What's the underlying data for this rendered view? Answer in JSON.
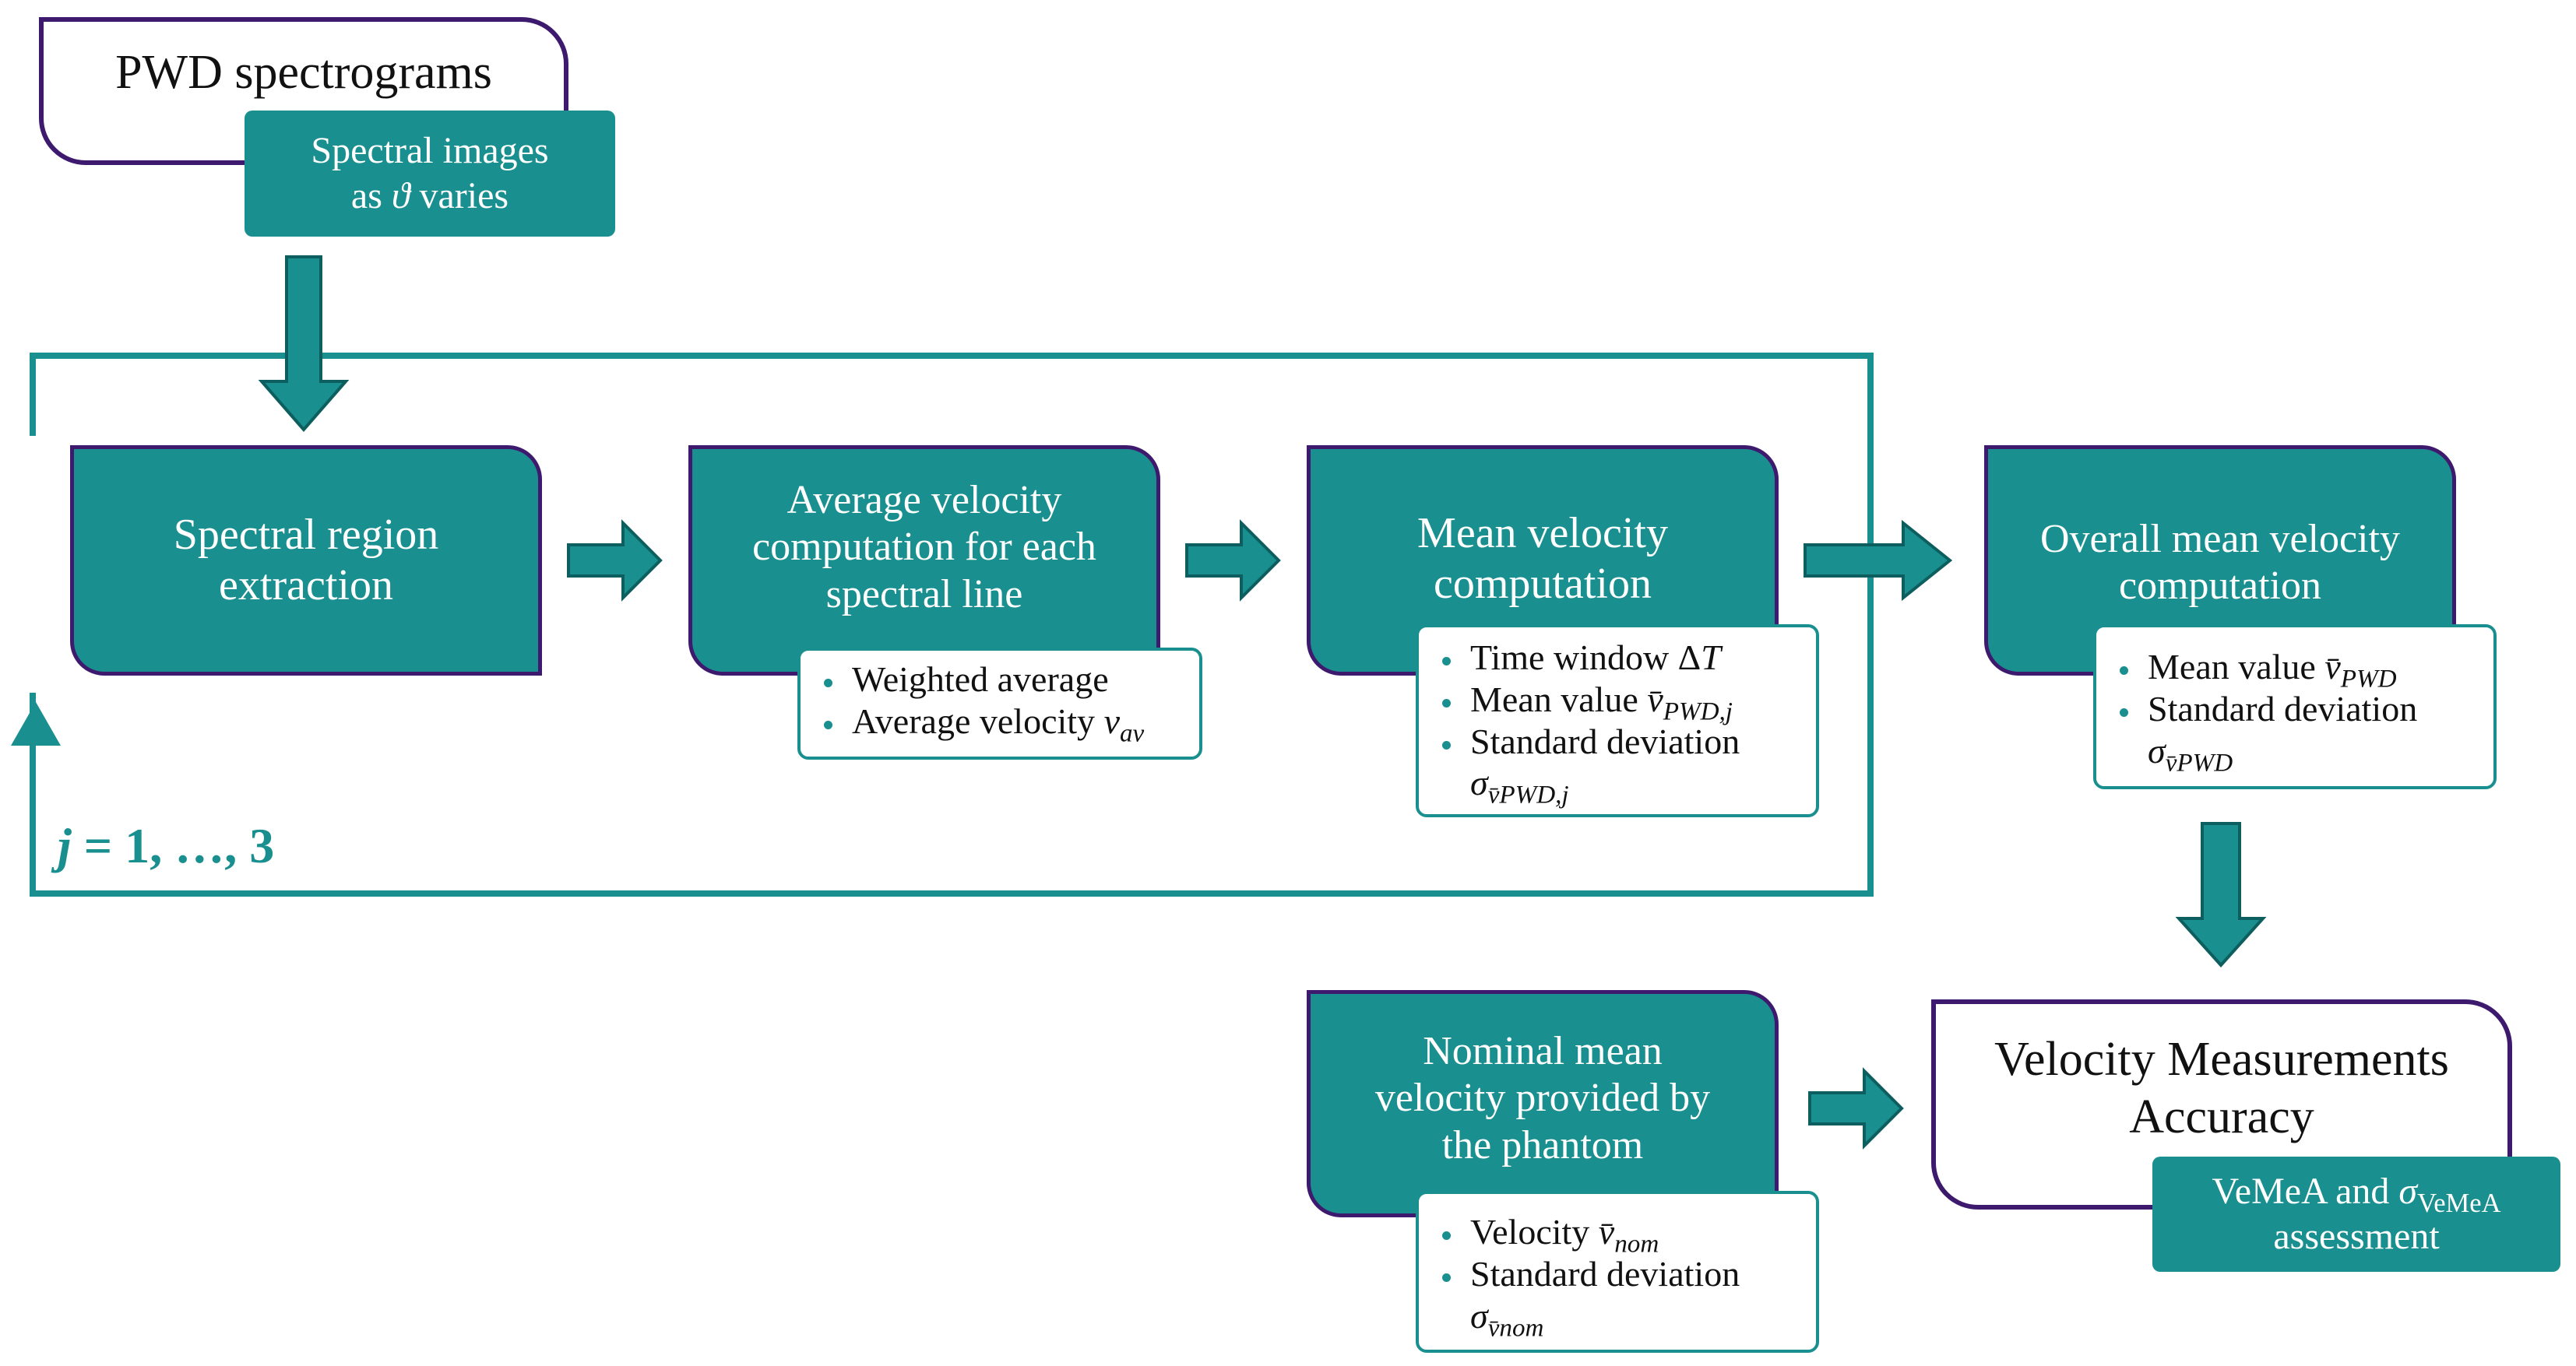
{
  "source": {
    "title": "PWD spectrograms",
    "tag_line1": "Spectral images",
    "tag_line2_pre": "as",
    "tag_symbol": "ϑ",
    "tag_line2_post": "varies"
  },
  "loop": {
    "label_var": "j",
    "label_rest": " = 1, …, 3"
  },
  "steps": {
    "extraction": {
      "line1": "Spectral region",
      "line2": "extraction"
    },
    "average": {
      "line1": "Average velocity",
      "line2": "computation for each",
      "line3": "spectral line",
      "bullet1": "Weighted average",
      "bullet2_pre": "Average velocity ",
      "bullet2_sym": "v",
      "bullet2_sub": "av"
    },
    "mean": {
      "line1": "Mean velocity",
      "line2": "computation",
      "bullet1_pre": "Time window Δ",
      "bullet1_sym": "T",
      "bullet2_pre": "Mean value ",
      "bullet2_sym": "v̄",
      "bullet2_sub": "PWD,j",
      "bullet3": "Standard deviation",
      "bullet3_sym": "σ",
      "bullet3_sub": "v̄PWD,j"
    },
    "overall": {
      "line1": "Overall mean velocity",
      "line2": "computation",
      "bullet1_pre": "Mean value ",
      "bullet1_sym": "v̄",
      "bullet1_sub": "PWD",
      "bullet2": "Standard deviation",
      "bullet2_sym": "σ",
      "bullet2_sub": "v̄PWD"
    },
    "nominal": {
      "line1": "Nominal mean",
      "line2": "velocity provided by",
      "line3": "the phantom",
      "bullet1_pre": "Velocity ",
      "bullet1_sym": "v̄",
      "bullet1_sub": "nom",
      "bullet2": "Standard deviation",
      "bullet2_sym": "σ",
      "bullet2_sub": "v̄nom"
    }
  },
  "result": {
    "title_line1": "Velocity Measurements",
    "title_line2": "Accuracy",
    "tag_pre": "VeMeA and ",
    "tag_sym": "σ",
    "tag_sub": "VeMeA",
    "tag_line2": "assessment"
  },
  "colors": {
    "teal": "#1a8f8f",
    "purple": "#3d1a6e",
    "text": "#111111"
  }
}
